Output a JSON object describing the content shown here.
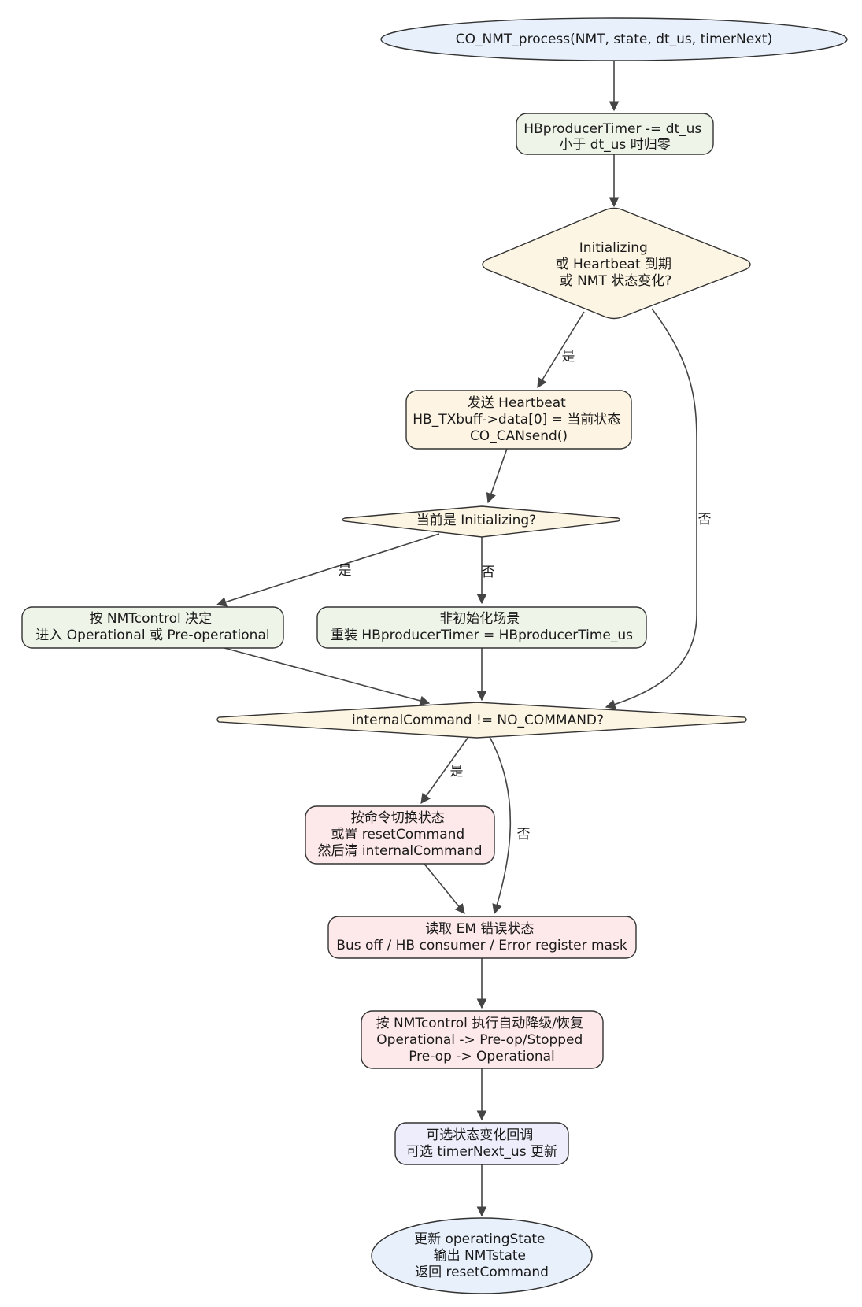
{
  "colors": {
    "terminal_fill": "#e8f0fc",
    "process_green": "#eef4e8",
    "decision_fill": "#fdf5e3",
    "process_orange": "#fdf4e3",
    "process_pink": "#fde8ea",
    "process_lavender": "#eeedfb",
    "stroke": "#333333",
    "edge": "#444444"
  },
  "nodes": {
    "start": {
      "lines": [
        "CO_NMT_process(NMT, state, dt_us, timerNext)"
      ]
    },
    "hb_timer": {
      "lines": [
        "HBproducerTimer -= dt_us",
        "小于 dt_us 时归零"
      ]
    },
    "decision_hb": {
      "lines": [
        "Initializing",
        "或 Heartbeat 到期",
        "或 NMT 状态变化?"
      ]
    },
    "send_hb": {
      "lines": [
        "发送 Heartbeat",
        "HB_TXbuff->data[0] = 当前状态",
        "CO_CANsend()"
      ]
    },
    "decision_init": {
      "lines": [
        "当前是 Initializing?"
      ]
    },
    "nmt_control": {
      "lines": [
        "按 NMTcontrol 决定",
        "进入 Operational 或 Pre-operational"
      ]
    },
    "reload_timer": {
      "lines": [
        "非初始化场景",
        "重装 HBproducerTimer = HBproducerTime_us"
      ]
    },
    "decision_cmd": {
      "lines": [
        "internalCommand != NO_COMMAND?"
      ]
    },
    "switch_state": {
      "lines": [
        "按命令切换状态",
        "或置 resetCommand",
        "然后清 internalCommand"
      ]
    },
    "read_em": {
      "lines": [
        "读取 EM 错误状态",
        "Bus off / HB consumer / Error register mask"
      ]
    },
    "auto_degrade": {
      "lines": [
        "按 NMTcontrol 执行自动降级/恢复",
        "Operational -> Pre-op/Stopped",
        "Pre-op -> Operational"
      ]
    },
    "callback": {
      "lines": [
        "可选状态变化回调",
        "可选 timerNext_us 更新"
      ]
    },
    "end": {
      "lines": [
        "更新 operatingState",
        "输出 NMTstate",
        "返回 resetCommand"
      ]
    }
  },
  "edge_labels": {
    "hb_yes": "是",
    "hb_no": "否",
    "init_yes": "是",
    "init_no": "否",
    "cmd_yes": "是",
    "cmd_no": "否"
  }
}
